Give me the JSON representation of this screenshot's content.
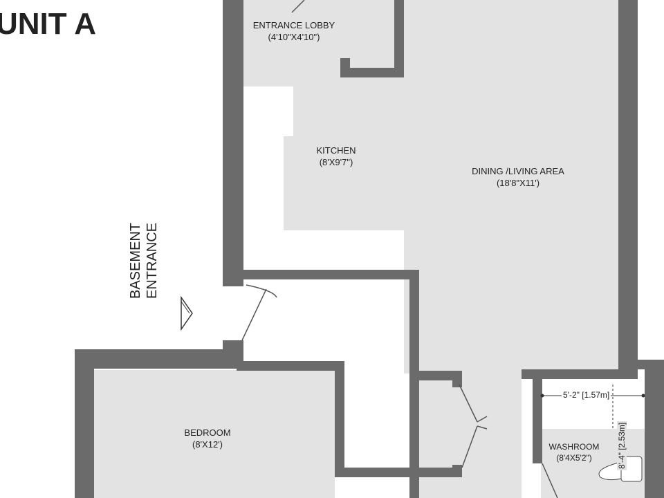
{
  "plan": {
    "title": "UNIT A",
    "colors": {
      "wall": "#6b6b6b",
      "room_fill": "#e3e3e3",
      "background": "#ffffff",
      "text": "#222222"
    },
    "rooms": [
      {
        "key": "entrance_lobby",
        "name": "ENTRANCE LOBBY",
        "size": "(4'10\"X4'10\")"
      },
      {
        "key": "kitchen",
        "name": "KITCHEN",
        "size": "(8'X9'7\")"
      },
      {
        "key": "dining_living",
        "name": "DINING /LIVING AREA",
        "size": "(18'8\"X11')"
      },
      {
        "key": "bedroom",
        "name": "BEDROOM",
        "size": "(8'X12')"
      },
      {
        "key": "washroom",
        "name": "WASHROOM",
        "size": "(8'4X5'2\")"
      }
    ],
    "basement_entrance": {
      "line1": "BASEMENT",
      "line2": "ENTRANCE"
    },
    "washroom_dims": {
      "width": "5'-2\" [1.57m]",
      "height": "8'-4\" [2.53m]"
    }
  }
}
